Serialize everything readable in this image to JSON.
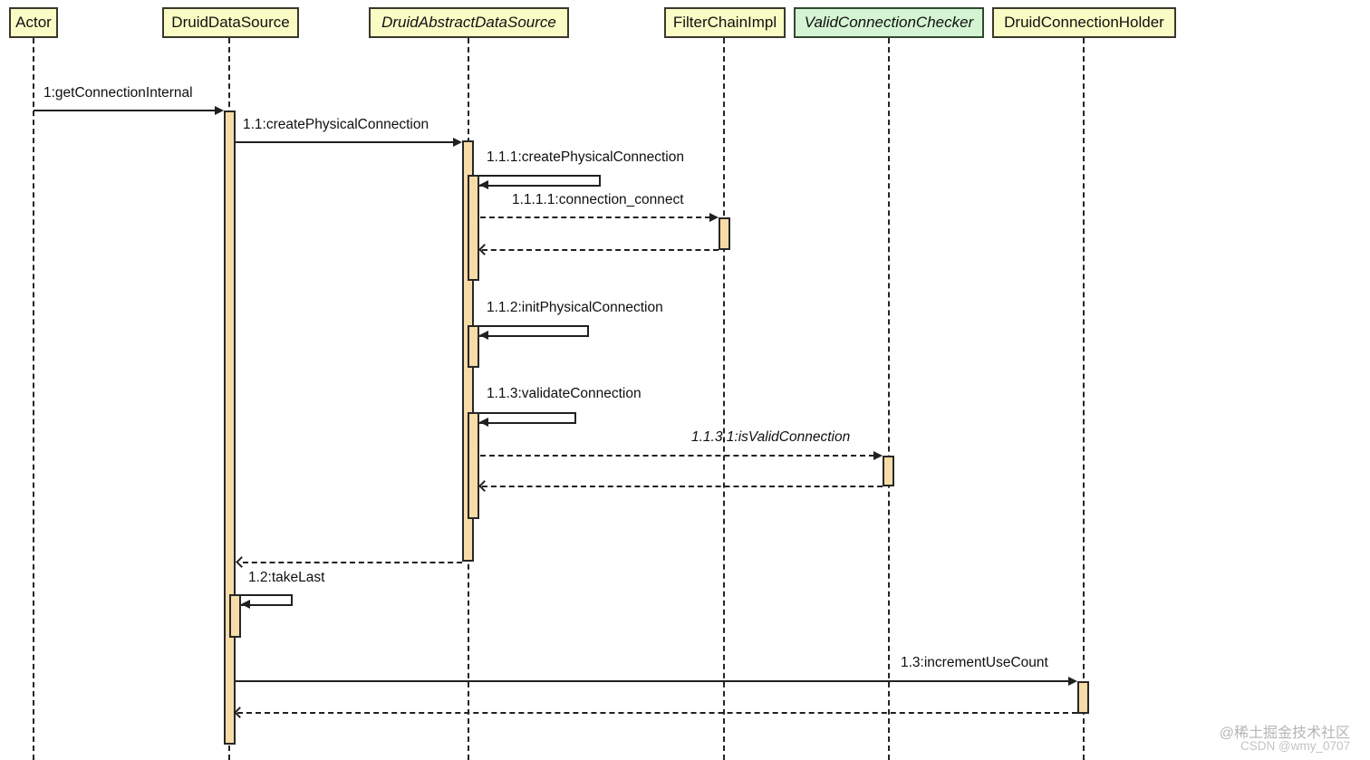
{
  "diagram": {
    "type": "uml-sequence-diagram",
    "colors": {
      "participant_fill": "#fbfbc6",
      "participant_highlight_fill": "#d5f4d3",
      "activation_fill": "#f7dca8",
      "stroke": "#202020",
      "background": "#ffffff"
    },
    "participants": [
      {
        "name": "Actor",
        "style": "normal",
        "fill": "yellow"
      },
      {
        "name": "DruidDataSource",
        "style": "normal",
        "fill": "yellow"
      },
      {
        "name": "DruidAbstractDataSource",
        "style": "italic",
        "fill": "yellow"
      },
      {
        "name": "FilterChainImpl",
        "style": "normal",
        "fill": "yellow"
      },
      {
        "name": "ValidConnectionChecker",
        "style": "italic",
        "fill": "green"
      },
      {
        "name": "DruidConnectionHolder",
        "style": "normal",
        "fill": "yellow"
      }
    ],
    "messages": [
      {
        "label": "1:getConnectionInternal",
        "from": "Actor",
        "to": "DruidDataSource",
        "type": "call-solid"
      },
      {
        "label": "1.1:createPhysicalConnection",
        "from": "DruidDataSource",
        "to": "DruidAbstractDataSource",
        "type": "call-solid"
      },
      {
        "label": "1.1.1:createPhysicalConnection",
        "from": "DruidAbstractDataSource",
        "to": "DruidAbstractDataSource",
        "type": "self-call"
      },
      {
        "label": "1.1.1.1:connection_connect",
        "from": "DruidAbstractDataSource",
        "to": "FilterChainImpl",
        "type": "call-dashed"
      },
      {
        "label": "1.1.2:initPhysicalConnection",
        "from": "DruidAbstractDataSource",
        "to": "DruidAbstractDataSource",
        "type": "self-call"
      },
      {
        "label": "1.1.3:validateConnection",
        "from": "DruidAbstractDataSource",
        "to": "DruidAbstractDataSource",
        "type": "self-call"
      },
      {
        "label": "1.1.3.1:isValidConnection",
        "from": "DruidAbstractDataSource",
        "to": "ValidConnectionChecker",
        "type": "call-dashed",
        "style": "italic"
      },
      {
        "label": "1.2:takeLast",
        "from": "DruidDataSource",
        "to": "DruidDataSource",
        "type": "self-call"
      },
      {
        "label": "1.3:incrementUseCount",
        "from": "DruidDataSource",
        "to": "DruidConnectionHolder",
        "type": "call-solid"
      }
    ],
    "returns": [
      {
        "from": "FilterChainImpl",
        "to": "DruidAbstractDataSource",
        "type": "return-dashed"
      },
      {
        "from": "ValidConnectionChecker",
        "to": "DruidAbstractDataSource",
        "type": "return-dashed"
      },
      {
        "from": "DruidAbstractDataSource",
        "to": "DruidDataSource",
        "type": "return-dashed"
      },
      {
        "from": "DruidConnectionHolder",
        "to": "DruidDataSource",
        "type": "return-dashed"
      }
    ],
    "watermark": {
      "line1": "@稀土掘金技术社区",
      "line2": "CSDN @wmy_0707"
    }
  }
}
